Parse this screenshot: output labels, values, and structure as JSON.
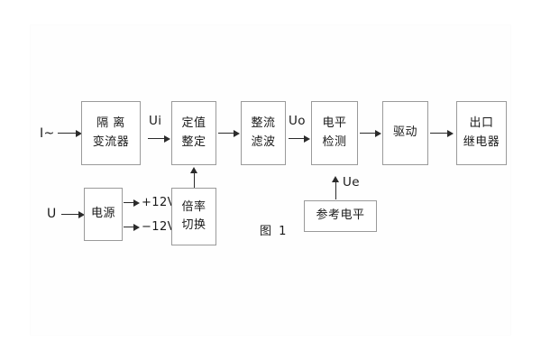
{
  "figure": {
    "caption": "图 1",
    "border_color": "#9a9a9a",
    "line_color": "#2b2b2b",
    "background": "#ffffff"
  },
  "inputs": [
    {
      "id": "current-input",
      "label": "I~"
    },
    {
      "id": "voltage-input",
      "label": "U"
    }
  ],
  "blocks": [
    {
      "id": "isolation-transformer",
      "line1": "隔 离",
      "line2": "变流器"
    },
    {
      "id": "setting-adjustment",
      "line1": "定值",
      "line2": "整定"
    },
    {
      "id": "rectify-filter",
      "line1": "整流",
      "line2": "滤波"
    },
    {
      "id": "level-detection",
      "line1": "电平",
      "line2": "检测"
    },
    {
      "id": "drive",
      "line1": "驱动",
      "line2": ""
    },
    {
      "id": "output-relay",
      "line1": "出口",
      "line2": "继电器"
    },
    {
      "id": "power-supply",
      "line1": "电源",
      "line2": ""
    },
    {
      "id": "multiplier-switch",
      "line1": "倍率",
      "line2": "切换"
    },
    {
      "id": "reference-level",
      "line1": "参考电平",
      "line2": ""
    }
  ],
  "signals": [
    {
      "id": "ui",
      "label": "Ui"
    },
    {
      "id": "uo",
      "label": "Uo"
    },
    {
      "id": "ue",
      "label": "Ue"
    }
  ],
  "supply_rails": [
    {
      "id": "rail-positive",
      "label": "+12V"
    },
    {
      "id": "rail-negative",
      "label": "−12V"
    }
  ]
}
